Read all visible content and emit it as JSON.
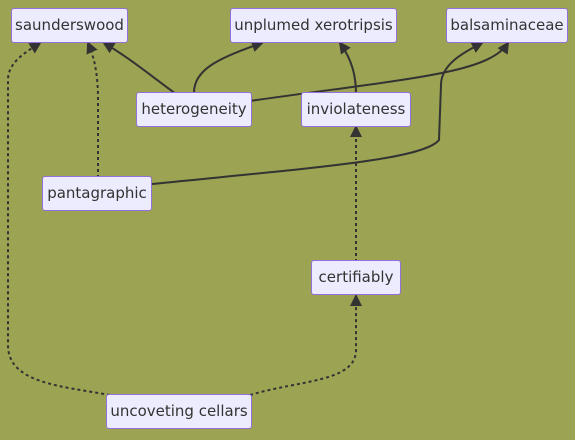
{
  "diagram": {
    "type": "flowchart",
    "colors": {
      "background": "#9ca352",
      "node_fill": "#ececfe",
      "node_border": "#9370db",
      "text": "#333333",
      "edge": "#333333"
    },
    "nodes": {
      "saunderswood": "saunderswood",
      "unplumed_xerotripsis": "unplumed xerotripsis",
      "balsaminaceae": "balsaminaceae",
      "heterogeneity": "heterogeneity",
      "inviolateness": "inviolateness",
      "pantagraphic": "pantagraphic",
      "certifiably": "certifiably",
      "uncoveting_cellars": "uncoveting cellars"
    },
    "edges": [
      {
        "from": "heterogeneity",
        "to": "saunderswood",
        "style": "solid"
      },
      {
        "from": "heterogeneity",
        "to": "unplumed_xerotripsis",
        "style": "solid"
      },
      {
        "from": "heterogeneity",
        "to": "balsaminaceae",
        "style": "solid"
      },
      {
        "from": "inviolateness",
        "to": "unplumed_xerotripsis",
        "style": "solid"
      },
      {
        "from": "pantagraphic",
        "to": "saunderswood",
        "style": "dotted"
      },
      {
        "from": "pantagraphic",
        "to": "balsaminaceae",
        "style": "solid"
      },
      {
        "from": "certifiably",
        "to": "inviolateness",
        "style": "dotted"
      },
      {
        "from": "uncoveting_cellars",
        "to": "saunderswood",
        "style": "dotted"
      },
      {
        "from": "uncoveting_cellars",
        "to": "certifiably",
        "style": "dotted"
      }
    ]
  }
}
